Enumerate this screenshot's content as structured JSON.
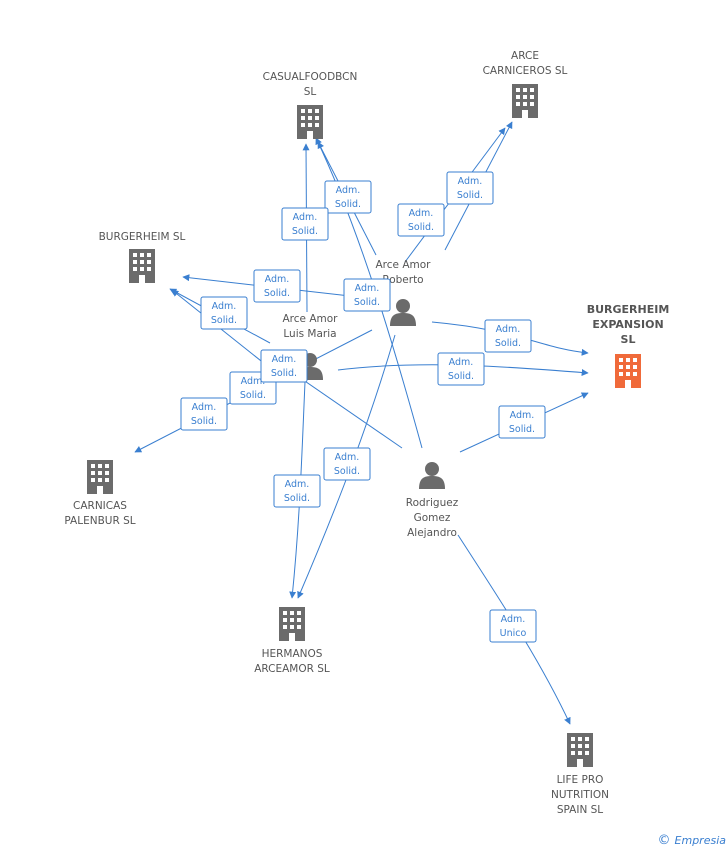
{
  "colors": {
    "edge": "#3a7fd0",
    "company": "#6b6b6b",
    "company_main": "#f06a3a",
    "person": "#6b6b6b"
  },
  "nodes": [
    {
      "id": "casualfoodbcn",
      "type": "company",
      "lines": [
        "CASUALFOODBCN",
        "SL"
      ]
    },
    {
      "id": "arce_carniceros",
      "type": "company",
      "lines": [
        "ARCE",
        "CARNICEROS SL"
      ]
    },
    {
      "id": "burgerheim_sl",
      "type": "company",
      "lines": [
        "BURGERHEIM SL"
      ]
    },
    {
      "id": "burgerheim_expansion",
      "type": "company_main",
      "lines": [
        "BURGERHEIM",
        "EXPANSION",
        "SL"
      ]
    },
    {
      "id": "carnicas_palenbur",
      "type": "company",
      "lines": [
        "CARNICAS",
        "PALENBUR SL"
      ]
    },
    {
      "id": "hermanos_arceamor",
      "type": "company",
      "lines": [
        "HERMANOS",
        "ARCEAMOR SL"
      ]
    },
    {
      "id": "life_pro",
      "type": "company",
      "lines": [
        "LIFE PRO",
        "NUTRITION",
        "SPAIN  SL"
      ]
    },
    {
      "id": "arce_roberto",
      "type": "person",
      "lines": [
        "Arce Amor",
        "Roberto"
      ]
    },
    {
      "id": "arce_luis",
      "type": "person",
      "lines": [
        "Arce Amor",
        "Luis Maria"
      ]
    },
    {
      "id": "rodriguez",
      "type": "person",
      "lines": [
        "Rodriguez",
        "Gomez",
        "Alejandro"
      ]
    }
  ],
  "edges": [
    {
      "from": "arce_roberto",
      "to": "casualfoodbcn",
      "label": [
        "Adm.",
        "Solid."
      ]
    },
    {
      "from": "arce_luis",
      "to": "casualfoodbcn",
      "label": [
        "Adm.",
        "Solid."
      ]
    },
    {
      "from": "arce_roberto",
      "to": "arce_carniceros",
      "label": [
        "Adm.",
        "Solid."
      ]
    },
    {
      "from": "arce_luis",
      "to": "arce_carniceros",
      "label": [
        "Adm.",
        "Solid."
      ]
    },
    {
      "from": "arce_roberto",
      "to": "burgerheim_sl",
      "label": [
        "Adm.",
        "Solid."
      ]
    },
    {
      "from": "arce_luis",
      "to": "burgerheim_sl",
      "label": [
        "Adm.",
        "Solid."
      ]
    },
    {
      "from": "arce_roberto",
      "to": "burgerheim_expansion",
      "label": [
        "Adm.",
        "Solid."
      ]
    },
    {
      "from": "arce_luis",
      "to": "burgerheim_expansion",
      "label": [
        "Adm.",
        "Solid."
      ]
    },
    {
      "from": "rodriguez",
      "to": "burgerheim_expansion",
      "label": [
        "Adm.",
        "Solid."
      ]
    },
    {
      "from": "arce_roberto",
      "to": "carnicas_palenbur",
      "label": [
        "Adm.",
        "Solid."
      ]
    },
    {
      "from": "arce_luis",
      "to": "carnicas_palenbur",
      "label": [
        "Adm.",
        "Solid."
      ]
    },
    {
      "from": "arce_roberto",
      "to": "hermanos_arceamor",
      "label": [
        "Adm.",
        "Solid."
      ]
    },
    {
      "from": "arce_luis",
      "to": "hermanos_arceamor",
      "label": [
        "Adm.",
        "Solid."
      ]
    },
    {
      "from": "rodriguez",
      "to": "burgerheim_sl",
      "label": [
        "Adm.",
        "Solid."
      ]
    },
    {
      "from": "rodriguez",
      "to": "casualfoodbcn",
      "label": [
        "Adm.",
        "Solid."
      ]
    },
    {
      "from": "rodriguez",
      "to": "life_pro",
      "label": [
        "Adm.",
        "Unico"
      ]
    }
  ],
  "footer": {
    "copyright": "©",
    "brand": "Empresia"
  }
}
